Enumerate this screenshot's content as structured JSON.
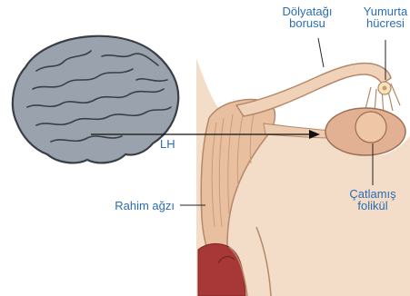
{
  "labels": {
    "oviduct": [
      "Dölyatağı",
      "borusu"
    ],
    "egg": [
      "Yumurta",
      "hücresi"
    ],
    "lh": "LH",
    "cervix": "Rahim ağzı",
    "follicle": [
      "Çatlamış",
      "folikül"
    ]
  },
  "colors": {
    "label_text": "#2a6db5",
    "brain_fill": "#9aa3ad",
    "brain_stroke": "#3a3f45",
    "tissue_light": "#f3dcc8",
    "tissue_mid": "#e8c0a0",
    "tissue_line": "#b5886a",
    "blood": "#a83838",
    "arrow": "#111111"
  }
}
